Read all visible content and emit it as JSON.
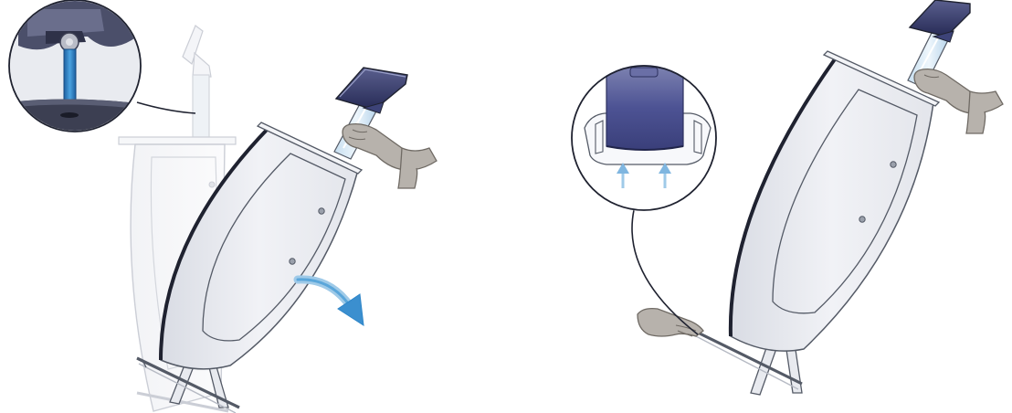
{
  "figure": {
    "panels": [
      {
        "id": "left",
        "callout": "stem-and-clamp-detail",
        "motion_arrow": "tilt-arrow"
      },
      {
        "id": "right",
        "callout": "base-lift-detail",
        "motion_arrow": "lift-arrows"
      }
    ]
  },
  "colors": {
    "accent_blue": "#2f86c8",
    "light_blue": "#9fcae8",
    "body_fill": "#eceef3",
    "outline": "#545a66",
    "dark_edge": "#1f2230",
    "monitor_navy": "#343a6e",
    "hand": "#b7b2ac",
    "hand_dark": "#6f6a64"
  }
}
